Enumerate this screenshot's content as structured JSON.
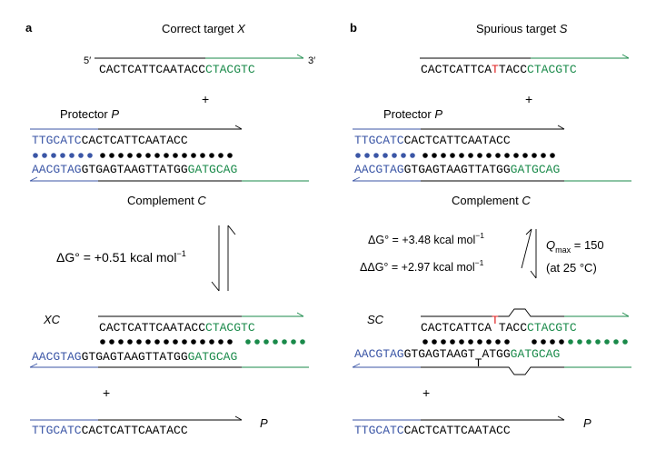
{
  "panel_a": {
    "letter": "a",
    "title": "Correct target ",
    "title_var": "X",
    "five_prime": "5′",
    "three_prime": "3′",
    "target": {
      "black": "CACTCATTCAATACC",
      "green": "CTACGTC"
    },
    "plus1": "+",
    "protector_label": "Protector ",
    "protector_var": "P",
    "protector_seq": {
      "blue": "TTGCATC",
      "black": "CACTCATTCAATACC"
    },
    "complement_seq": {
      "blue": "AACGTAG",
      "black": "GTGAGTAAGTTATGG",
      "green": "GATGCAG"
    },
    "complement_label": "Complement ",
    "complement_var": "C",
    "dg_text": "ΔG° = +0.51 kcal mol",
    "dg_sup": "−1",
    "product_label": "XC",
    "prod_top": {
      "black": "CACTCATTCAATACC",
      "green": "CTACGTC"
    },
    "prod_bottom": {
      "blue": "AACGTAG",
      "black": "GTGAGTAAGTTATGG",
      "green": "GATGCAG"
    },
    "plus2": "+",
    "released_seq": {
      "blue": "TTGCATC",
      "black": "CACTCATTCAATACC"
    },
    "released_label": "P"
  },
  "panel_b": {
    "letter": "b",
    "title": "Spurious target ",
    "title_var": "S",
    "target": {
      "black1": "CACTCATTCA",
      "red": "T",
      "black2": "TACC",
      "green": "CTACGTC"
    },
    "plus1": "+",
    "protector_label": "Protector ",
    "protector_var": "P",
    "protector_seq": {
      "blue": "TTGCATC",
      "black": "CACTCATTCAATACC"
    },
    "complement_seq": {
      "blue": "AACGTAG",
      "black": "GTGAGTAAGTTATGG",
      "green": "GATGCAG"
    },
    "complement_label": "Complement ",
    "complement_var": "C",
    "dg_text": "ΔG° = +3.48 kcal mol",
    "dg_sup": "−1",
    "ddg_text": "ΔΔG° = +2.97 kcal mol",
    "ddg_sup": "−1",
    "qmax_q": "Q",
    "qmax_sub": "max",
    "qmax_val": " = 150",
    "qmax_note": "(at 25 °C)",
    "product_label": "SC",
    "prod_top": {
      "black1": "CACTCATTCA",
      "red": "T",
      "black2": "TACC",
      "green": "CTACGTC"
    },
    "prod_bottom": {
      "blue": "AACGTAG",
      "black1": "GTGAGTAAGT",
      "bulge": "T",
      "black2": "ATGG",
      "green": "GATGCAG"
    },
    "plus2": "+",
    "released_seq": {
      "blue": "TTGCATC",
      "black": "CACTCATTCAATACC"
    },
    "released_label": "P"
  },
  "colors": {
    "green": "#1a8a4a",
    "blue": "#3b56a6",
    "red": "#e02020",
    "black": "#000000"
  }
}
